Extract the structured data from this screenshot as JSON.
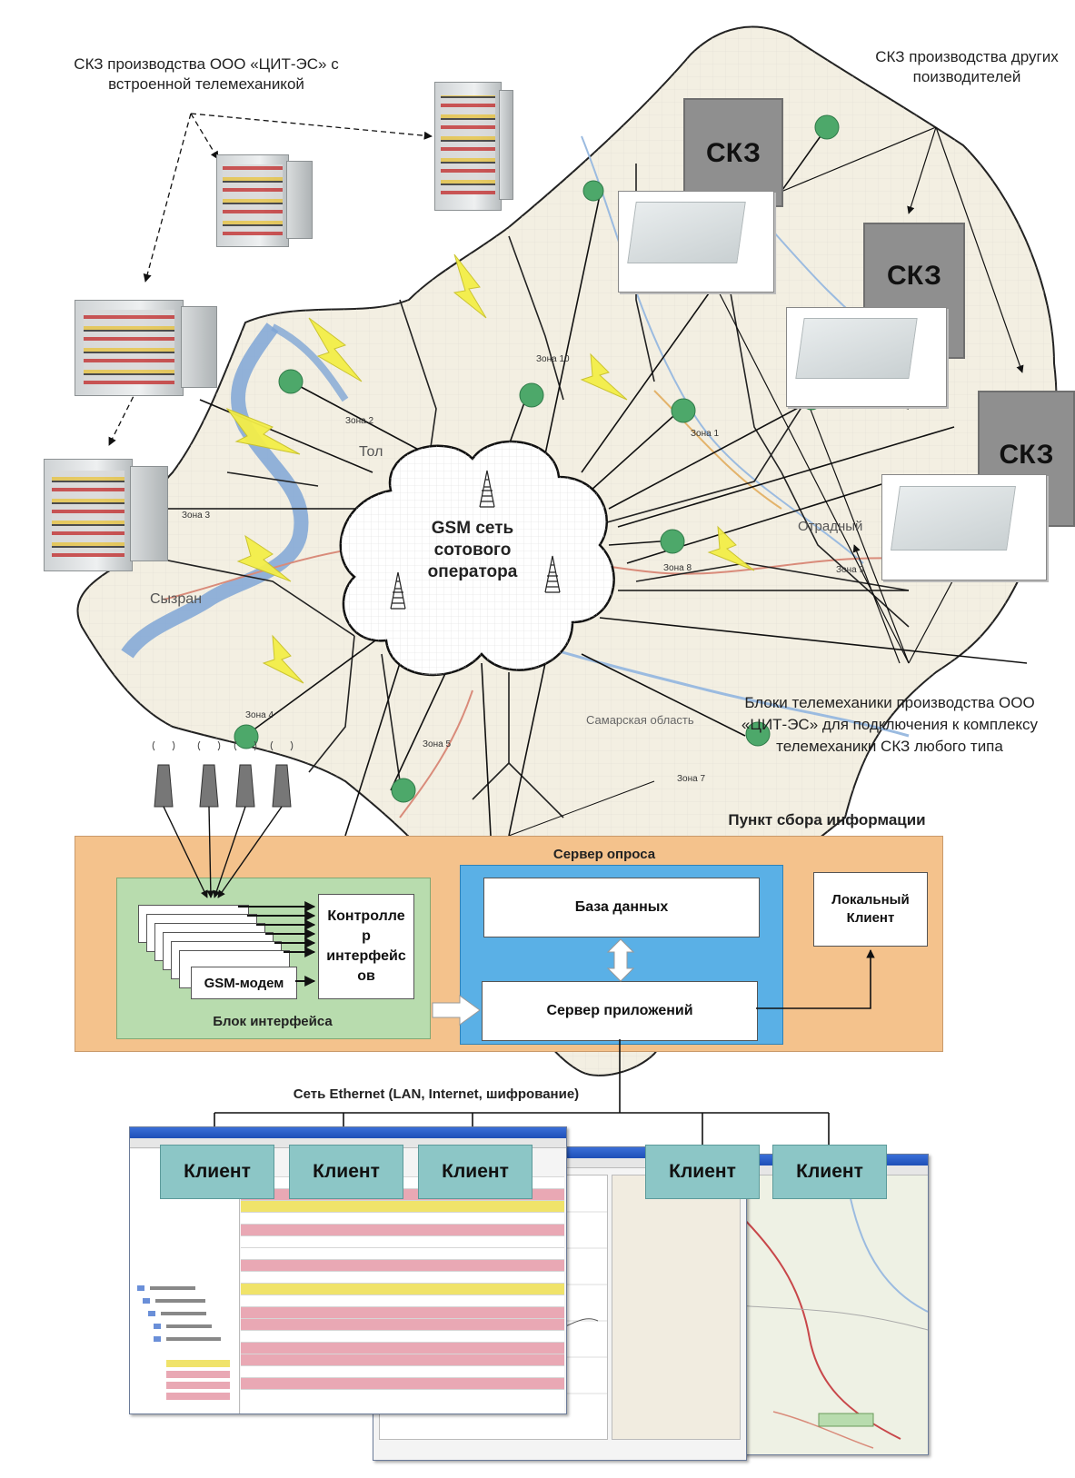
{
  "labels": {
    "own_skz": "СКЗ производства ООО «ЦИТ-ЭС» с встроенной телемеханикой",
    "other_skz": "СКЗ производства других поизводителей",
    "tele_blocks": "Блоки телемеханики производства ООО «ЦИТ-ЭС» для подключения к комплексу телемеханики СКЗ любого типа",
    "gsm_cloud": "GSM сеть сотового оператора",
    "collection_point": "Пункт сбора информации",
    "poll_server": "Сервер опроса",
    "database": "База данных",
    "app_server": "Сервер приложений",
    "local_client": "Локальный Клиент",
    "controller": "Контролле р интерфейс ов",
    "gsm_modem": "GSM-модем",
    "interface_block": "Блок интерфейса",
    "ethernet": "Сеть Ethernet (LAN, Internet, шифрование)",
    "skz": "СКЗ",
    "client": "Клиент"
  },
  "map_labels": {
    "tolyatti": "Тол",
    "syzran": "Сызран",
    "otradny": "Отрадный",
    "samara_region": "Самарская область",
    "zone_names": [
      "Зона 1",
      "Зона 2",
      "Зона 3",
      "Зона 4",
      "Зона 5",
      "Зона 7",
      "Зона 8",
      "Зона 9",
      "Зона 10"
    ]
  },
  "colors": {
    "orange_panel": "#f4c28c",
    "green_panel": "#b8dcae",
    "blue_panel": "#5ab0e6",
    "client_fill": "#8cc6c6",
    "skz_gray": "#8f8f8f",
    "node_green": "#4da86a",
    "bolt_yellow": "#f3ee48"
  }
}
